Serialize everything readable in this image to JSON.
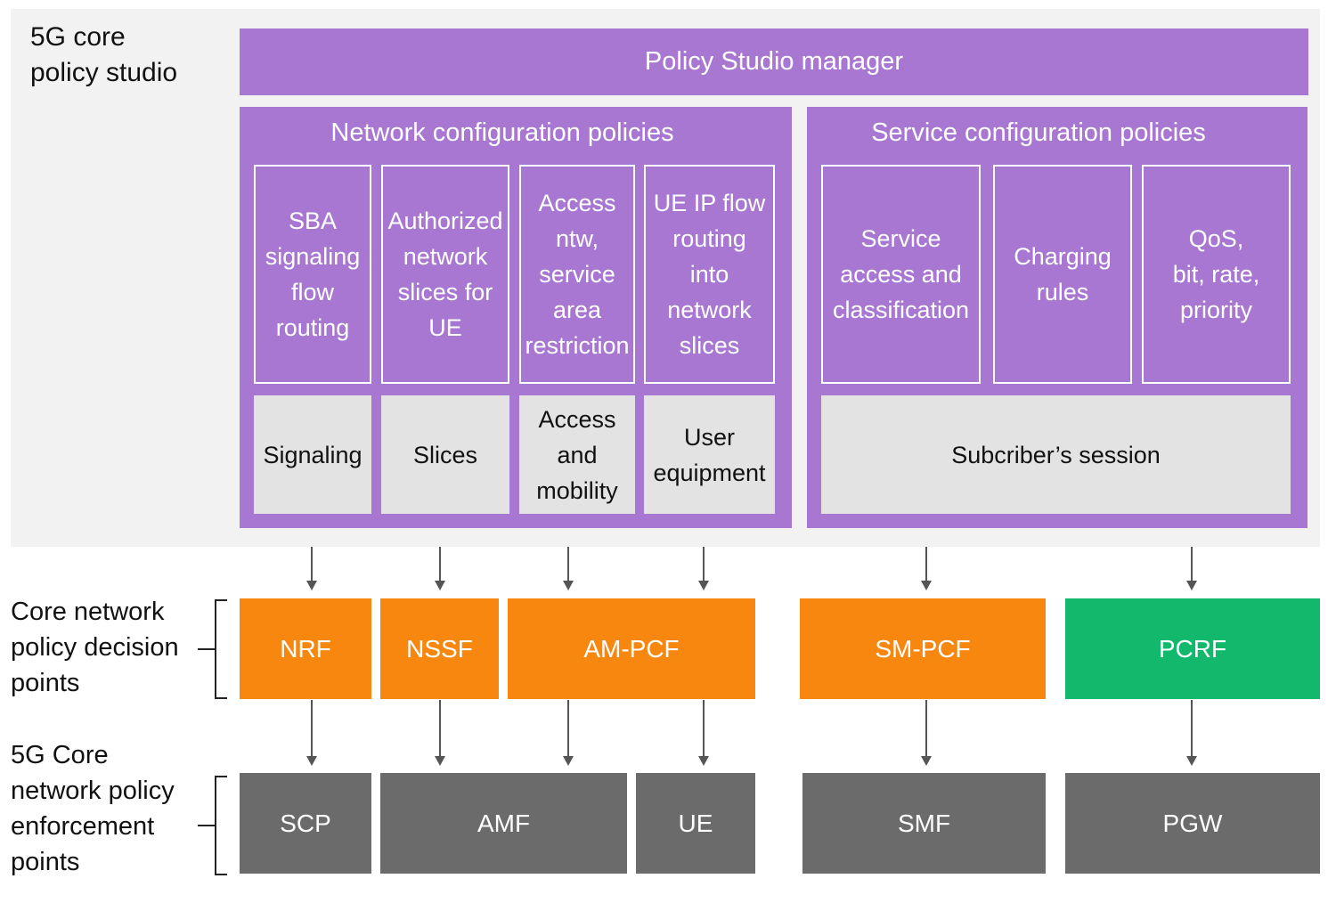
{
  "studio": {
    "title": "5G core\npolicy studio",
    "manager": "Policy Studio manager"
  },
  "network_panel": {
    "title": "Network configuration policies",
    "policies": [
      "SBA\nsignaling\nflow\nrouting",
      "Authorized\nnetwork\nslices for\nUE",
      "Access\nntw,\nservice\narea\nrestriction",
      "UE IP flow\nrouting\ninto\nnetwork\nslices"
    ],
    "domains": [
      "Signaling",
      "Slices",
      "Access\nand\nmobility",
      "User\nequipment"
    ]
  },
  "service_panel": {
    "title": "Service configuration policies",
    "policies": [
      "Service\naccess and\nclassification",
      "Charging\nrules",
      "QoS,\nbit, rate,\npriority"
    ],
    "domain": "Subcriber’s session"
  },
  "decision_row": {
    "label": "Core network\npolicy decision\npoints",
    "items": [
      "NRF",
      "NSSF",
      "AM-PCF",
      "SM-PCF",
      "PCRF"
    ]
  },
  "enforcement_row": {
    "label": "5G Core\nnetwork policy\nenforcement\npoints",
    "items": [
      "SCP",
      "AMF",
      "UE",
      "SMF",
      "PGW"
    ]
  },
  "colors": {
    "purple": "#a877d2",
    "orange": "#f7870f",
    "green": "#12b86c",
    "grey": "#6b6b6b",
    "light_grey": "#e3e3e3",
    "background": "#f2f2f2"
  }
}
